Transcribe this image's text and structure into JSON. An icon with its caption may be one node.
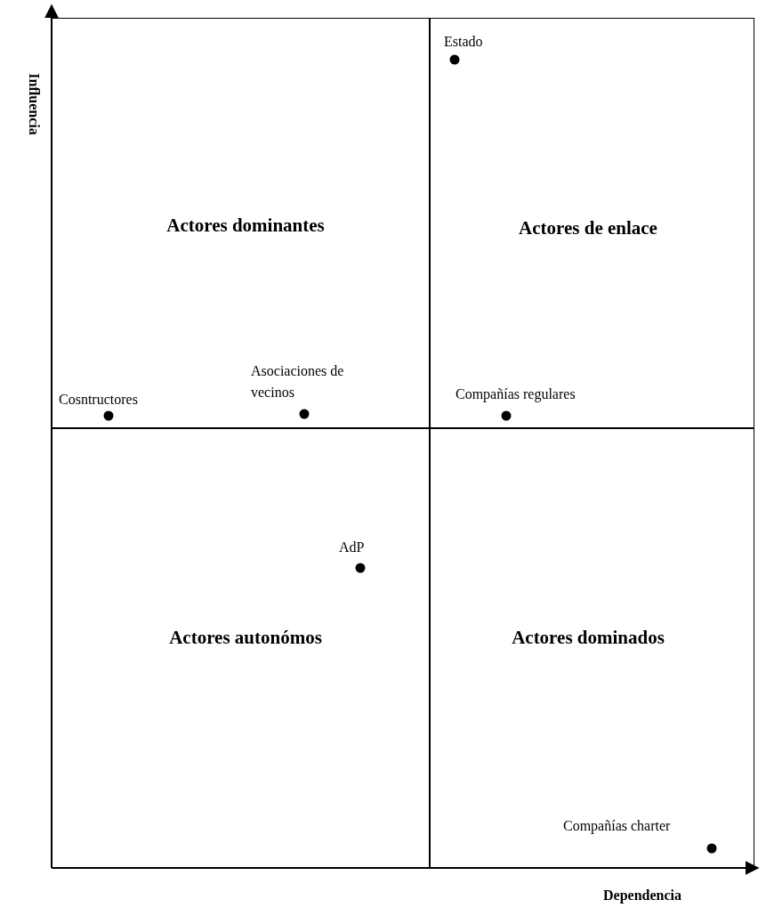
{
  "diagram": {
    "nodes": [
      {
        "text": [
          "Actores dominantes"
        ]
      },
      {
        "text": [
          "Actores de enlace"
        ]
      },
      {
        "text": [
          "Actores autonómos"
        ]
      },
      {
        "text": [
          "Actores dominados"
        ]
      },
      {
        "text": [],
        "shape": "circle",
        "beside": [
          "Estado"
        ],
        "in": 1
      },
      {
        "text": [],
        "shape": "circle",
        "beside": [
          "Asociaciones de vecinos"
        ],
        "in": 0
      },
      {
        "text": [],
        "shape": "circle",
        "beside": [
          "Cosntructores"
        ],
        "in": 0
      },
      {
        "text": [],
        "shape": "circle",
        "beside": [
          "Compañías regulares"
        ],
        "in": 1
      },
      {
        "text": [],
        "shape": "circle",
        "beside": [
          "AdP"
        ],
        "in": 2
      },
      {
        "text": [],
        "shape": "circle",
        "beside": [
          "Compañías charter"
        ],
        "in": 3
      }
    ],
    "labels": [
      "Influencia",
      "Dependencia"
    ]
  }
}
